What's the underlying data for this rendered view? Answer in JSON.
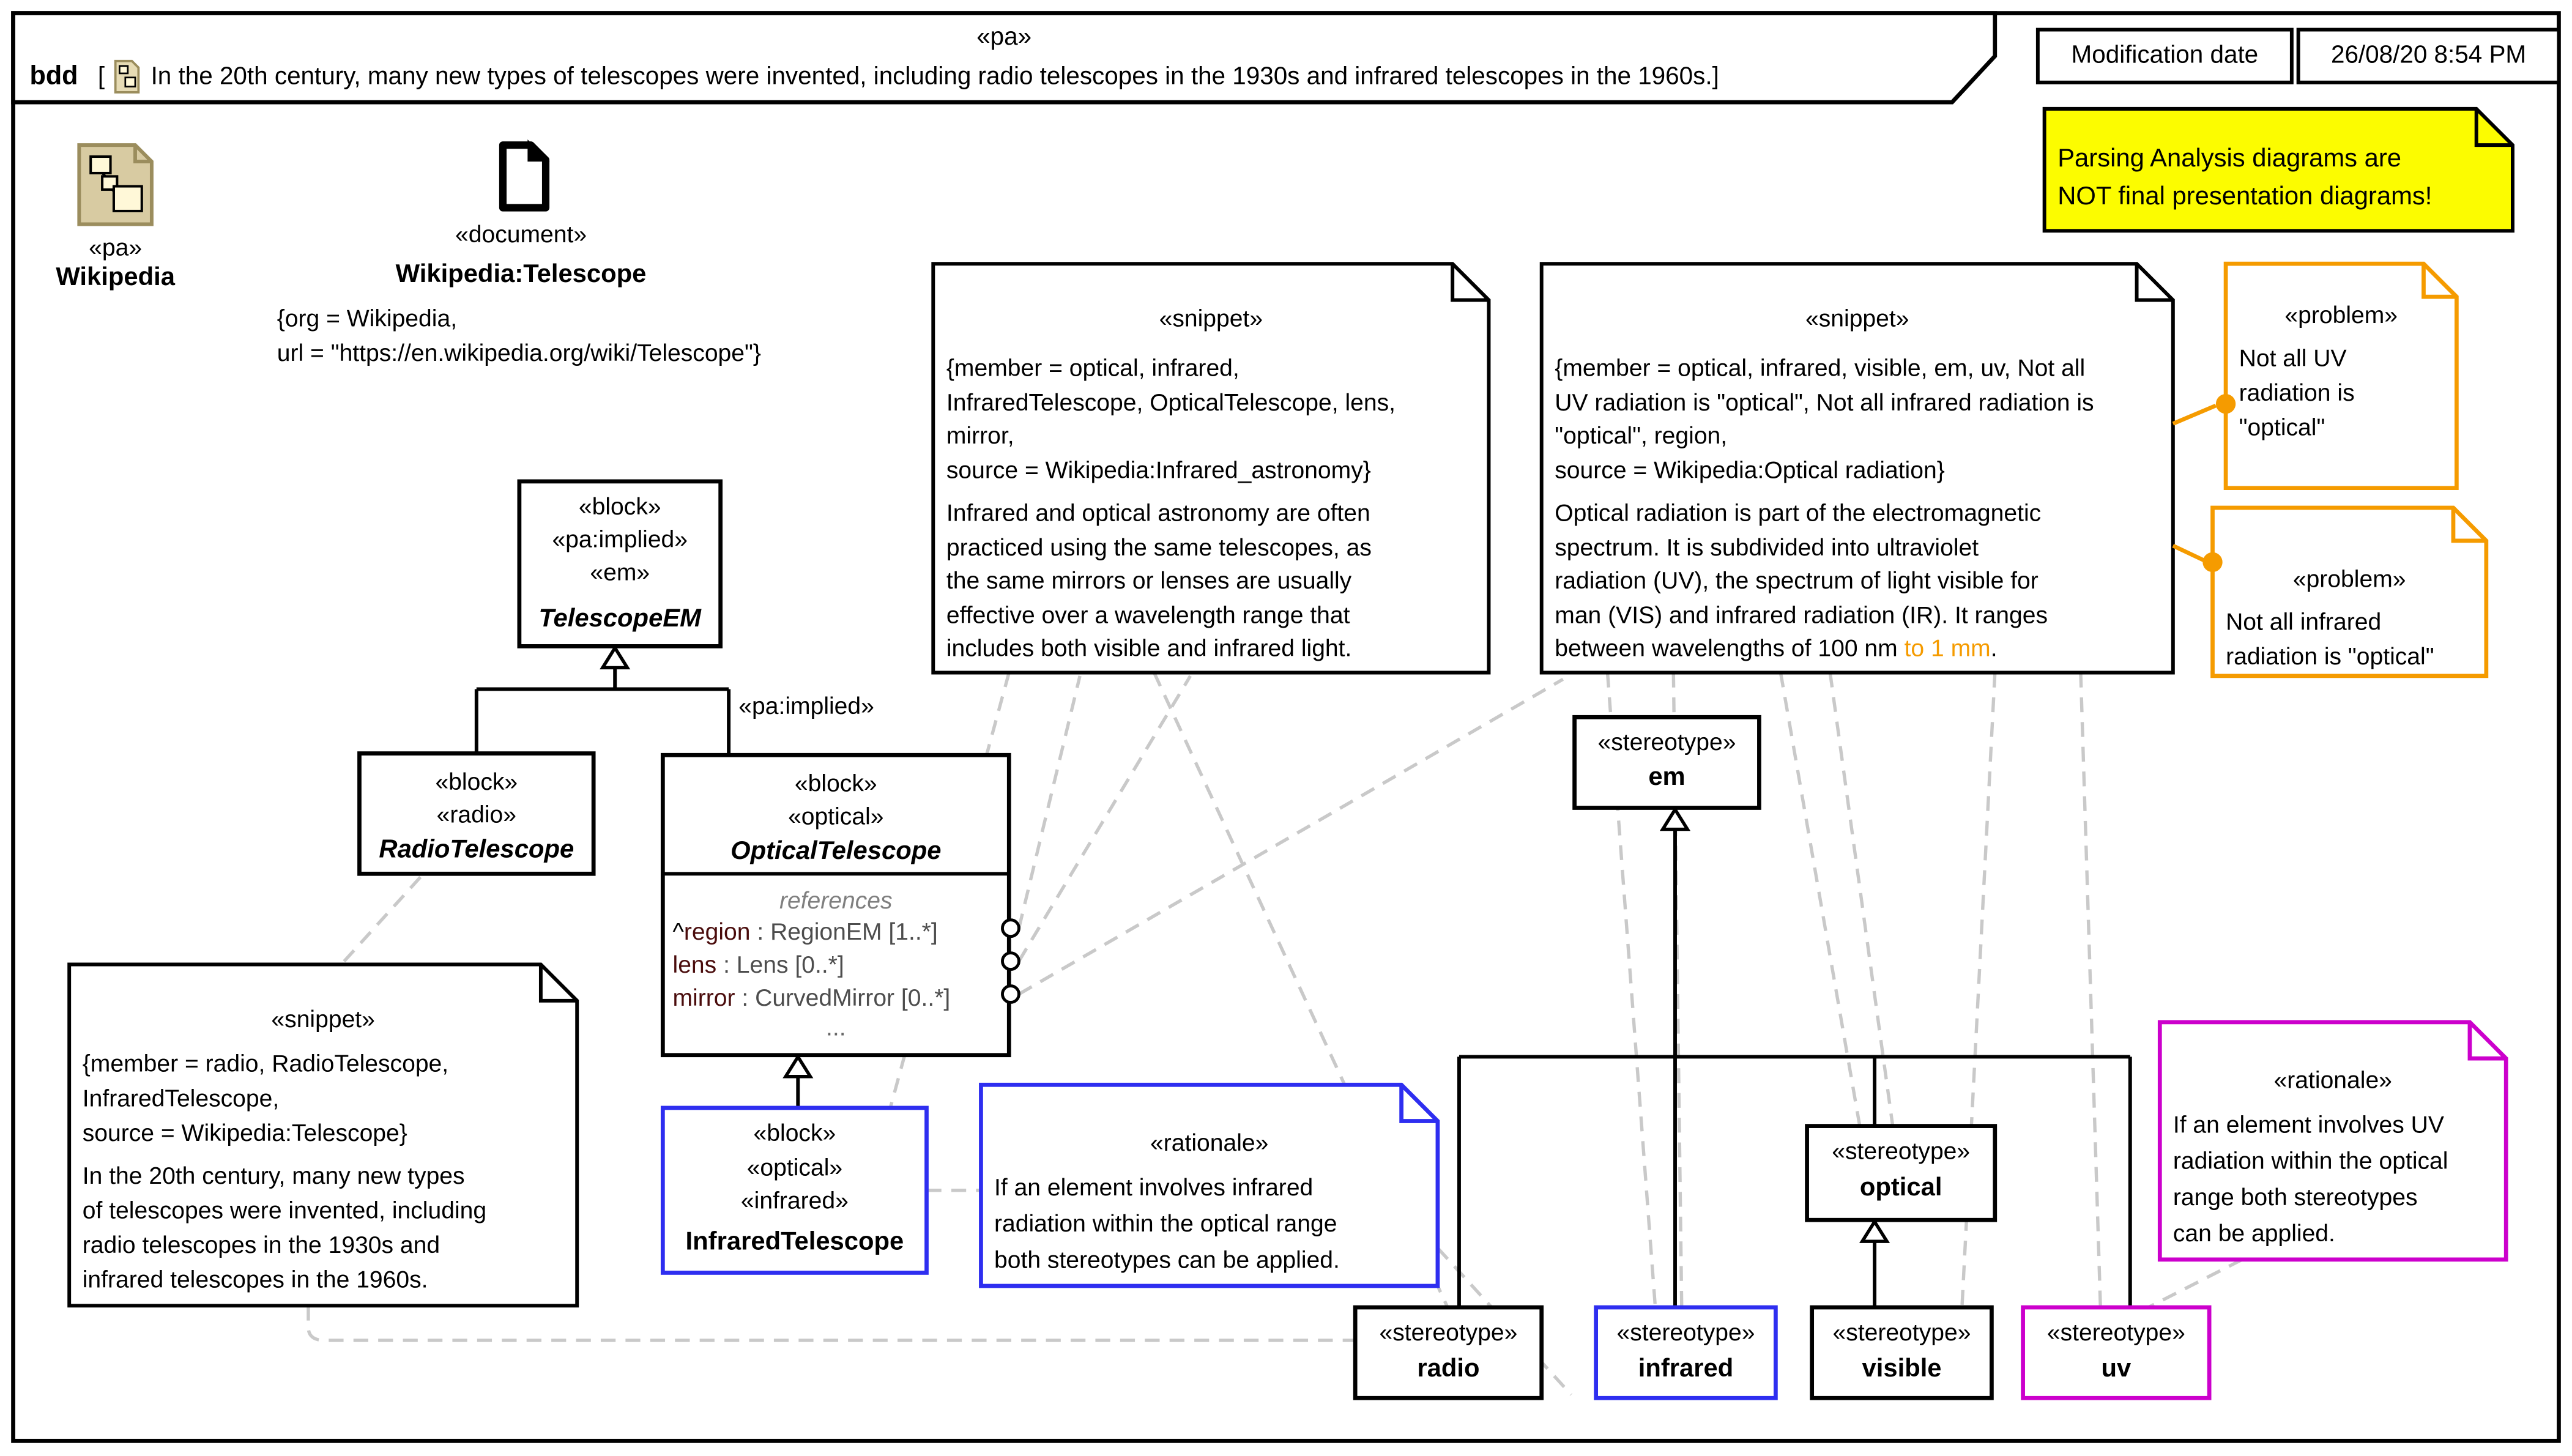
{
  "frame": {
    "stereotype": "«pa»",
    "kind": "bdd",
    "bracket_open": "[",
    "bracket_close": "]",
    "description": "In the 20th century, many new types of telescopes were invented, including radio telescopes in the 1930s and infrared telescopes in the 1960s."
  },
  "modification": {
    "label": "Modification date",
    "value": "26/08/20 8:54 PM"
  },
  "warning_note": {
    "text": "Parsing Analysis diagrams are\nNOT final presentation diagrams!"
  },
  "package": {
    "stereotype": "«pa»",
    "name": "Wikipedia"
  },
  "document": {
    "stereotype": "«document»",
    "name": "Wikipedia:Telescope",
    "constraint": "{org = Wikipedia,\nurl = \"https://en.wikipedia.org/wiki/Telescope\"}"
  },
  "snippet1": {
    "stereotype": "«snippet»",
    "constraint": "{member = optical, infrared,\nInfraredTelescope, OpticalTelescope, lens,\nmirror,\nsource = Wikipedia:Infrared_astronomy}",
    "body": "Infrared and optical astronomy are often\npracticed using the same telescopes, as\nthe same mirrors or lenses are usually\neffective over a wavelength range that\nincludes both visible and infrared light."
  },
  "snippet2": {
    "stereotype": "«snippet»",
    "constraint": "{member = optical, infrared, visible, em, uv, Not all\nUV radiation is \"optical\", Not all infrared radiation is\n\"optical\", region,\nsource = Wikipedia:Optical radiation}",
    "body_main": "Optical radiation is part of the electromagnetic\nspectrum. It is subdivided into ultraviolet\nradiation (UV), the spectrum of light visible for\nman (VIS) and infrared radiation (IR). It ranges",
    "tail_black": "between wavelengths of 100 nm ",
    "tail_orange": "to 1 mm",
    "tail_end": "."
  },
  "snippet3": {
    "stereotype": "«snippet»",
    "constraint": "{member = radio, RadioTelescope,\nInfraredTelescope,\nsource = Wikipedia:Telescope}",
    "body": "In the 20th century, many new types\nof telescopes were invented, including\nradio telescopes in the 1930s and\ninfrared telescopes in the 1960s."
  },
  "problem_uv": {
    "stereotype": "«problem»",
    "text": "Not all UV\nradiation is\n\"optical\""
  },
  "problem_ir": {
    "stereotype": "«problem»",
    "text": "Not all infrared\nradiation is \"optical\""
  },
  "rationale_ir": {
    "stereotype": "«rationale»",
    "text": "If an element involves infrared\nradiation within the optical range\nboth stereotypes can be applied."
  },
  "rationale_uv": {
    "stereotype": "«rationale»",
    "text": "If an element involves UV\nradiation within the optical\nrange both stereotypes\ncan be applied."
  },
  "blocks": {
    "telescope_em": {
      "stereotypes": "«block»\n«pa:implied»\n«em»",
      "name": "TelescopeEM"
    },
    "radio_telescope": {
      "stereotypes": "«block»\n«radio»",
      "name": "RadioTelescope"
    },
    "optical_telescope": {
      "stereotypes": "«block»\n«optical»",
      "name": "OpticalTelescope",
      "compartment": "references",
      "props": [
        {
          "caret": "^",
          "name": "region",
          "rest": " : RegionEM [1..*]"
        },
        {
          "caret": "",
          "name": "lens",
          "rest": " : Lens [0..*]"
        },
        {
          "caret": "",
          "name": "mirror",
          "rest": " : CurvedMirror [0..*]"
        }
      ],
      "more": "..."
    },
    "infrared_telescope": {
      "stereotypes": "«block»\n«optical»\n«infrared»",
      "name": "InfraredTelescope"
    }
  },
  "stereotypes": {
    "em": {
      "kind": "«stereotype»",
      "name": "em"
    },
    "optical": {
      "kind": "«stereotype»",
      "name": "optical"
    },
    "radio": {
      "kind": "«stereotype»",
      "name": "radio"
    },
    "infrared": {
      "kind": "«stereotype»",
      "name": "infrared"
    },
    "visible": {
      "kind": "«stereotype»",
      "name": "visible"
    },
    "uv": {
      "kind": "«stereotype»",
      "name": "uv"
    }
  },
  "labels": {
    "generalization": "«pa:implied»"
  },
  "colors": {
    "orange": "#f59b00",
    "blue": "#2e2ef0",
    "magenta": "#cc00cc",
    "yellow": "#fcfc00",
    "anchor_gray": "#c9c9c9"
  }
}
